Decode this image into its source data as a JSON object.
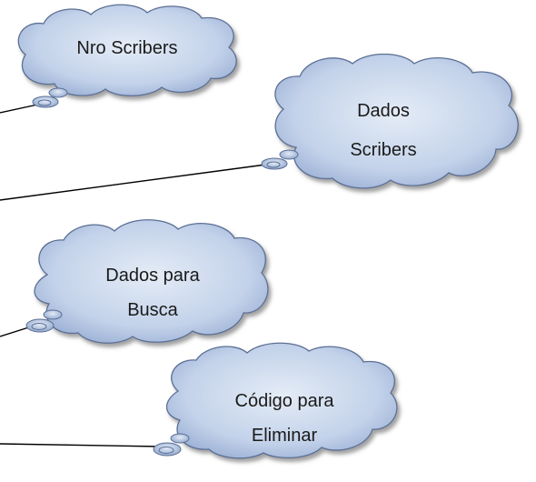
{
  "clouds": [
    {
      "id": "nro-scribers",
      "lines": [
        "Nro Scribers"
      ]
    },
    {
      "id": "dados-scribers",
      "lines": [
        "Dados",
        "Scribers"
      ]
    },
    {
      "id": "dados-para-busca",
      "lines": [
        "Dados para",
        "Busca"
      ]
    },
    {
      "id": "codigo-para-eliminar",
      "lines": [
        "Código para",
        "Eliminar"
      ]
    }
  ],
  "colors": {
    "cloud_fill_light": "#e4ecf6",
    "cloud_fill_mid": "#bccce6",
    "cloud_fill_dark": "#8fa6cc",
    "cloud_stroke": "#5b6f95",
    "connector": "#000000"
  }
}
